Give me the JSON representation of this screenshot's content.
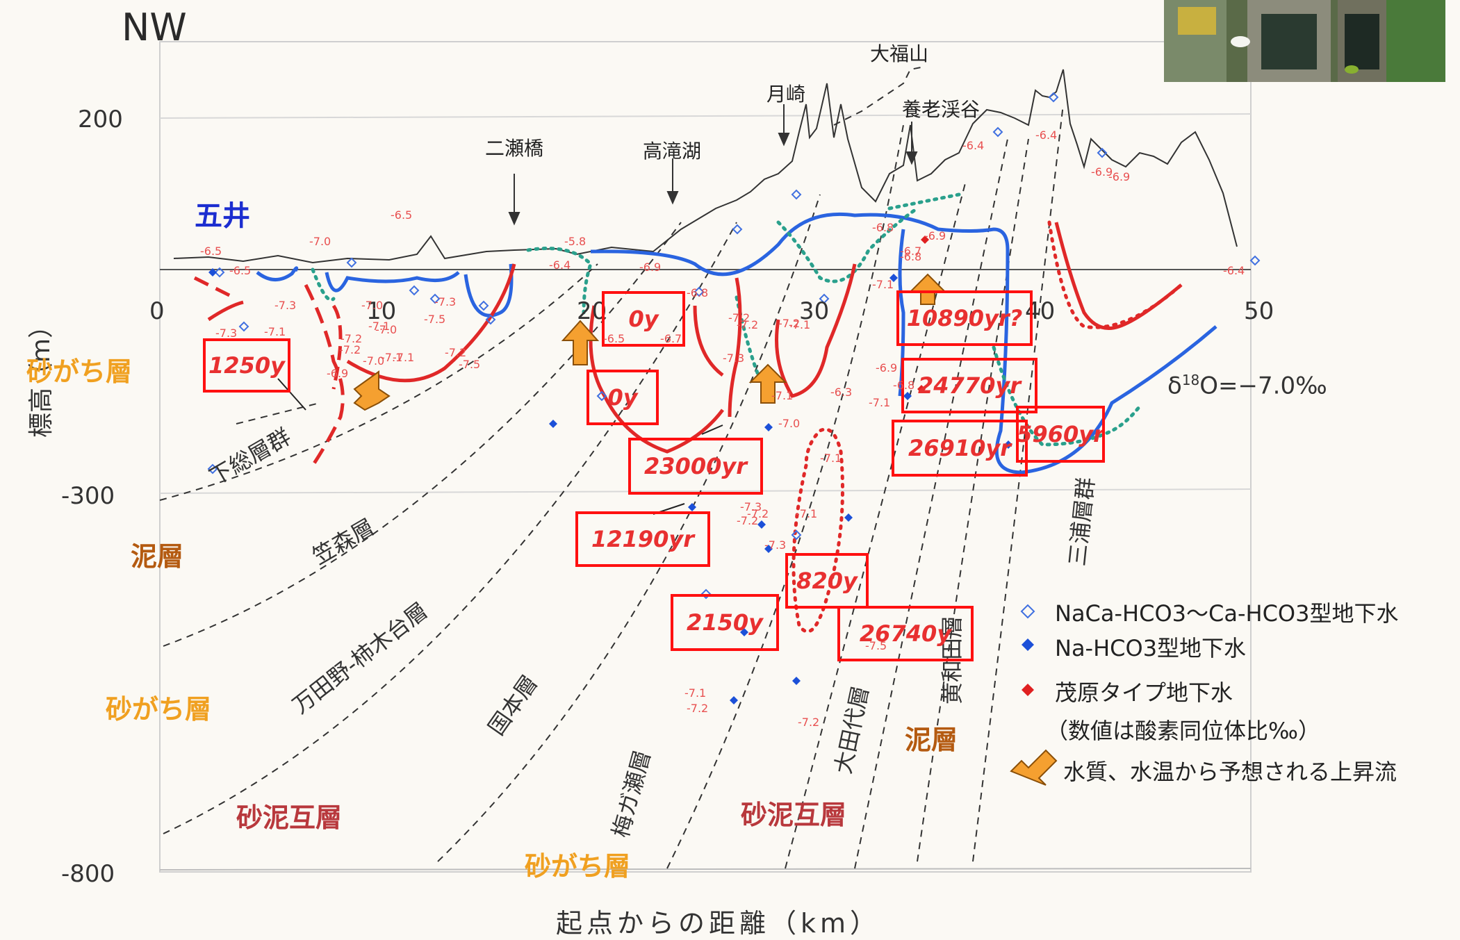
{
  "header": {
    "compass": "NW"
  },
  "axes": {
    "y_ticks": [
      "200",
      "-300",
      "-800"
    ],
    "x_ticks": [
      "0",
      "10",
      "20",
      "30",
      "40",
      "50"
    ],
    "y_label": "標高（m）",
    "x_label": "起点からの距離（km）"
  },
  "places": [
    {
      "id": "ofukuyama",
      "label": "大福山"
    },
    {
      "id": "tsukizaki",
      "label": "月崎"
    },
    {
      "id": "yorokeikoku",
      "label": "養老渓谷"
    },
    {
      "id": "futasebashi",
      "label": "二瀬橋"
    },
    {
      "id": "takatakiko",
      "label": "高滝湖"
    }
  ],
  "location_label": "五井",
  "geology_labels": [
    {
      "id": "sand1",
      "text": "砂がち層",
      "kind": "sand"
    },
    {
      "id": "mud1",
      "text": "泥層",
      "kind": "mud"
    },
    {
      "id": "sand2",
      "text": "砂がち層",
      "kind": "sand"
    },
    {
      "id": "mix1",
      "text": "砂泥互層",
      "kind": "mix"
    },
    {
      "id": "sand3",
      "text": "砂がち層",
      "kind": "sand"
    },
    {
      "id": "mix2",
      "text": "砂泥互層",
      "kind": "mix"
    },
    {
      "id": "mud2",
      "text": "泥層",
      "kind": "mud"
    }
  ],
  "formations": [
    {
      "id": "shimosa",
      "text": "下総層群"
    },
    {
      "id": "kasamori",
      "text": "笠森層"
    },
    {
      "id": "mandano",
      "text": "万田野-柿木台層"
    },
    {
      "id": "kokumoto",
      "text": "国本層"
    },
    {
      "id": "umegase",
      "text": "梅ガ瀬層"
    },
    {
      "id": "otadai",
      "text": "大田代層"
    },
    {
      "id": "kiwada",
      "text": "黄和田層"
    },
    {
      "id": "miura",
      "text": "三浦層群"
    }
  ],
  "ages": [
    {
      "id": "age-1250",
      "text": "1250y"
    },
    {
      "id": "age-0y-a",
      "text": "0y"
    },
    {
      "id": "age-0y-b",
      "text": "0y"
    },
    {
      "id": "age-23000",
      "text": "23000yr"
    },
    {
      "id": "age-12190",
      "text": "12190yr"
    },
    {
      "id": "age-2150",
      "text": "2150y"
    },
    {
      "id": "age-820",
      "text": "820y"
    },
    {
      "id": "age-26740",
      "text": "26740y"
    },
    {
      "id": "age-10890",
      "text": "10890yr?"
    },
    {
      "id": "age-24770",
      "text": "24770yr"
    },
    {
      "id": "age-26910",
      "text": "26910yr"
    },
    {
      "id": "age-5960",
      "text": "5960yr"
    }
  ],
  "legend": [
    {
      "id": "naca",
      "text": "NaCa-HCO3〜Ca-HCO3型地下水",
      "color": "#3a6fe0"
    },
    {
      "id": "na",
      "text": "Na-HCO3型地下水",
      "color": "#1c50d8"
    },
    {
      "id": "mobara",
      "text": "茂原タイプ地下水",
      "color": "#e02020"
    },
    {
      "id": "note",
      "text": "（数値は酸素同位体比‰）"
    },
    {
      "id": "upflow",
      "text": "水質、水温から予想される上昇流"
    }
  ],
  "delta_label": {
    "prefix": "δ",
    "sup": "18",
    "suffix": "O=−7.0‰"
  },
  "isotope_values": [
    "-6.5",
    "-6.5",
    "-7.0",
    "-6.5",
    "-5.8",
    "-6.4",
    "-6.9",
    "-6.8",
    "-6.5",
    "-6.7",
    "-7.3",
    "-7.1",
    "-7.0",
    "-7.3",
    "-7.2",
    "-7.1",
    "-7.2",
    "-6.9",
    "-7.3",
    "-7.0",
    "-7.5",
    "-7.5",
    "-7.2",
    "-7.1",
    "-7.0",
    "-7.1",
    "-7.2",
    "-7.2",
    "-7.3",
    "-7.2",
    "-7.1",
    "-7.1",
    "-7.3",
    "-7.2",
    "-7.2",
    "-7.0",
    "-7.1",
    "-6.3",
    "-6.8",
    "-6.9",
    "-6.7",
    "-6.8",
    "-7.1",
    "-6.9",
    "-7.1",
    "-6.8",
    "-6.4",
    "-6.4",
    "-6.9",
    "-6.9",
    "-6.4",
    "-7.5",
    "-7.1",
    "-7.3",
    "-7.1",
    "-7.2",
    "-7.2"
  ],
  "colors": {
    "blue_line": "#2a64e0",
    "red_line": "#e02828",
    "teal_dots": "#2aa08c",
    "grid": "#d8d8d8",
    "age_box": "#ff1010",
    "arrow": "#f5a030"
  }
}
